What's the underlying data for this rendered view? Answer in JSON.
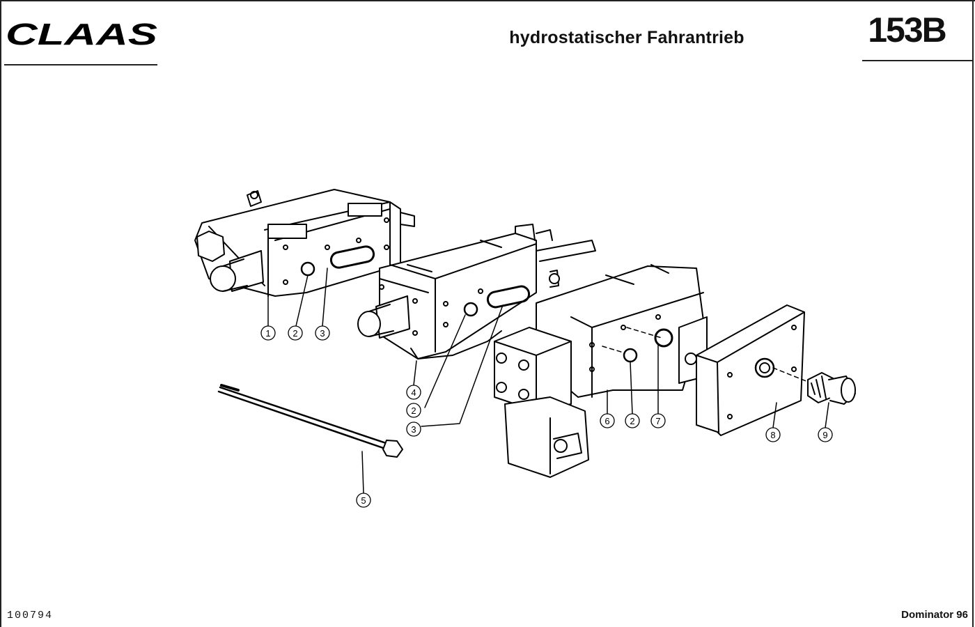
{
  "header": {
    "brand": "CLAAS",
    "title": "hydrostatischer Fahrantrieb",
    "sheet_number": "153B"
  },
  "footer": {
    "drawing_number": "100794",
    "model": "Dominator 96"
  },
  "callouts": [
    "1",
    "2",
    "3",
    "4",
    "2",
    "3",
    "5",
    "6",
    "2",
    "7",
    "8",
    "9"
  ]
}
